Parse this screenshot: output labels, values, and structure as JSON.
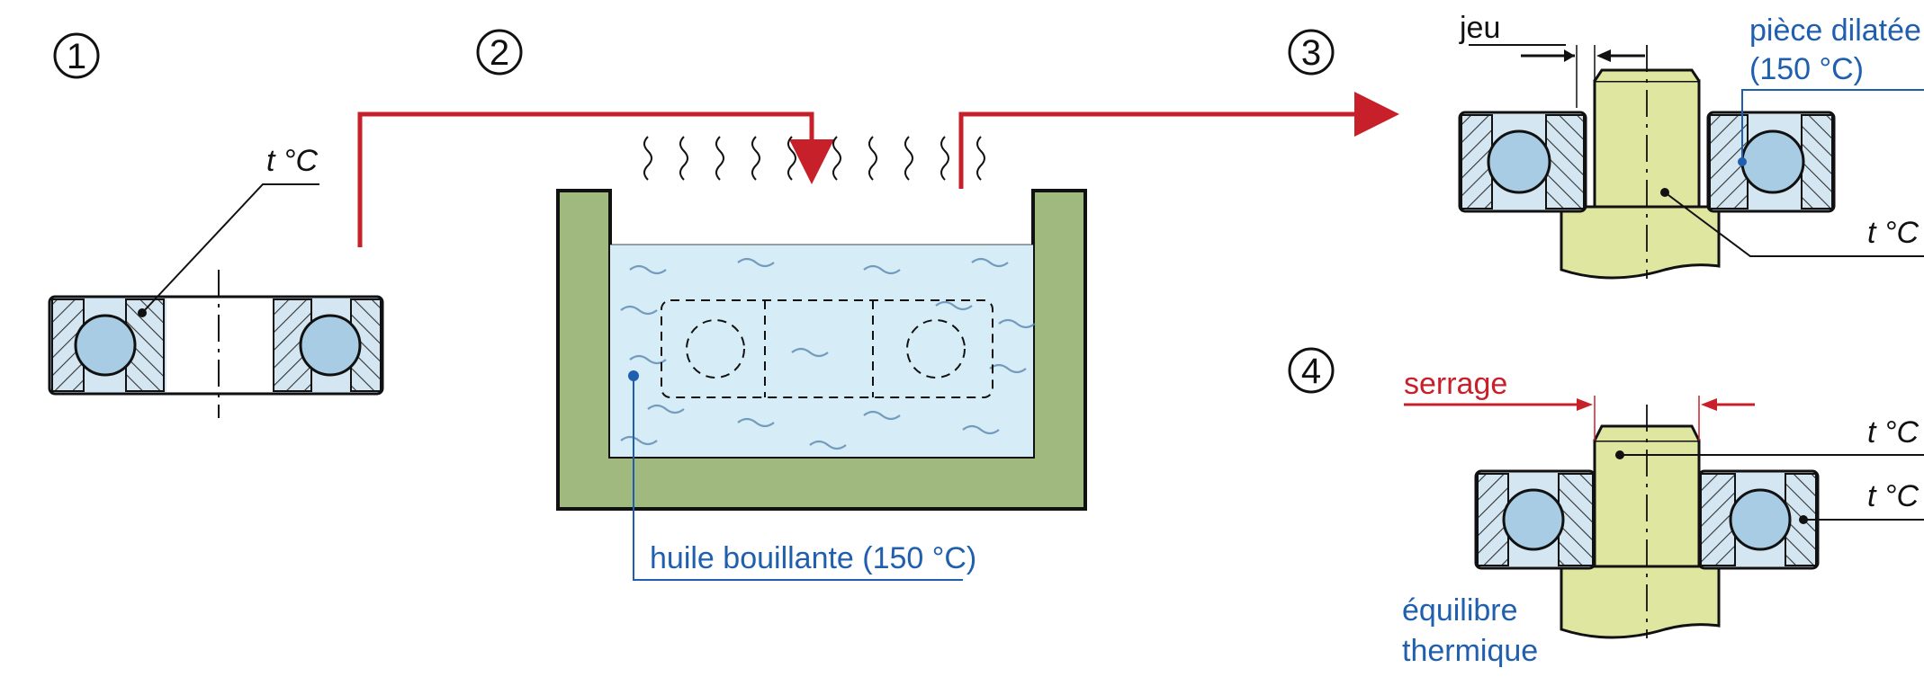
{
  "steps": [
    "1",
    "2",
    "3",
    "4"
  ],
  "labels": {
    "temp_ring_1": "t °C",
    "oil": "huile bouillante (150 °C)",
    "clearance": "jeu",
    "expanded_part_line1": "pièce dilatée",
    "expanded_part_line2": "(150 °C)",
    "temp_shaft_3": "t °C",
    "interference": "serrage",
    "temp_shaft_4": "t °C",
    "temp_ring_4": "t °C",
    "equilibrium_line1": "équilibre",
    "equilibrium_line2": "thermique"
  },
  "colors": {
    "arrow_red": "#c8202a",
    "text_blue": "#1f5fae",
    "tank_green": "#9fb97e",
    "oil_blue": "#d6ecf6",
    "ring_blue": "#d3e6f1",
    "ball_blue": "#a8cce4",
    "shaft_yellow": "#dfe6a0"
  }
}
